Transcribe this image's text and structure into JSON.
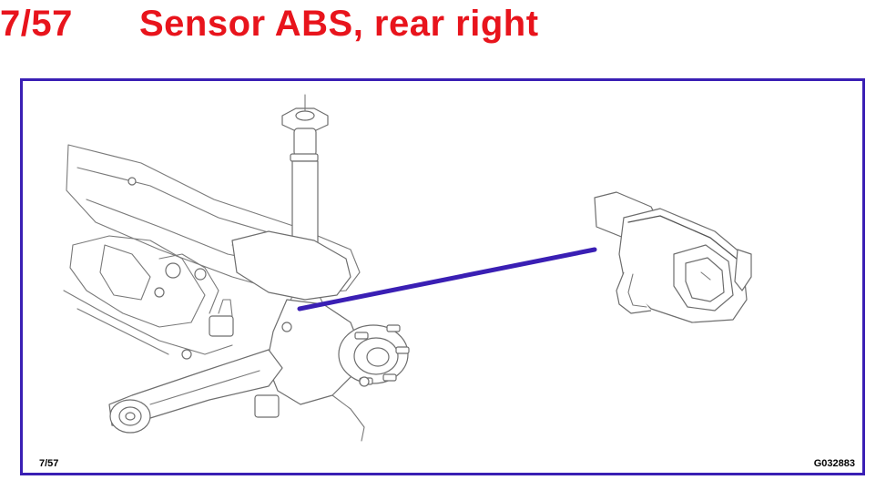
{
  "header": {
    "number": "7/57",
    "title": "Sensor ABS, rear right"
  },
  "figure": {
    "page_ref": "7/57",
    "image_code": "G032883"
  },
  "colors": {
    "title": "#e8141c",
    "frame": "#3a1fb4",
    "pointer": "#3a1fb4"
  },
  "callout": {
    "shape": "pointer-line",
    "target": "sensor-mount-location"
  }
}
